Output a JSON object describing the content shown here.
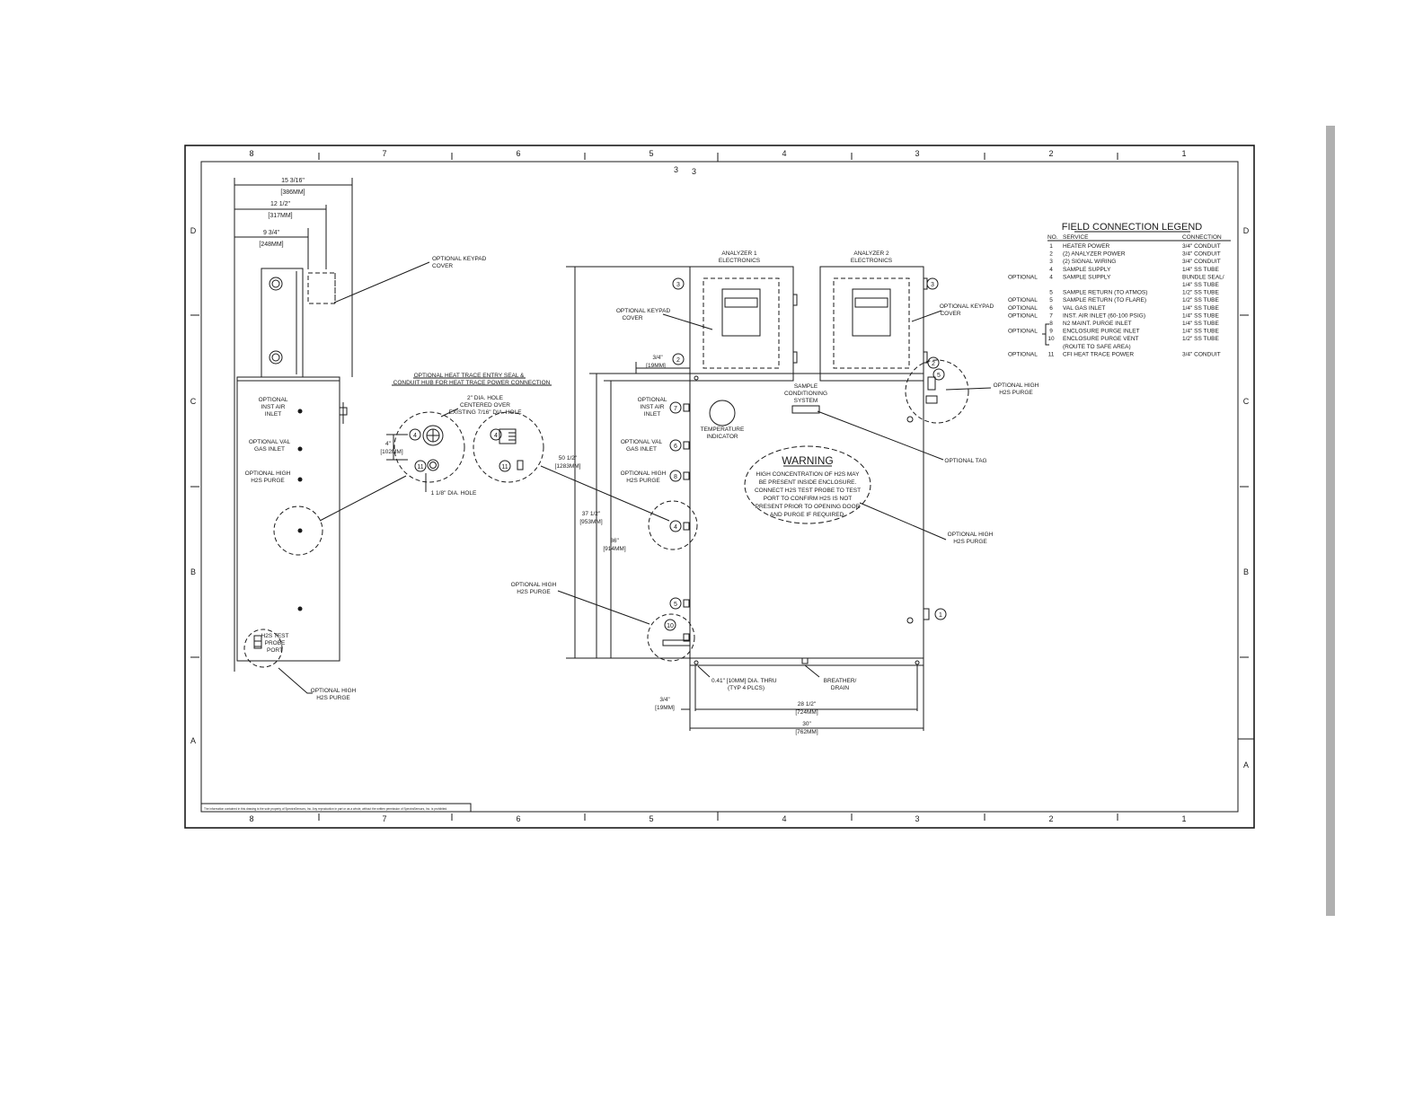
{
  "zones": {
    "columns": [
      "8",
      "7",
      "6",
      "5",
      "4",
      "3",
      "2",
      "1"
    ],
    "rows_right": [
      "D",
      "C",
      "B",
      "A"
    ],
    "rows_left": [
      "D",
      "C",
      "B",
      "A"
    ]
  },
  "top_marks": [
    "3",
    "3"
  ],
  "side_view": {
    "dim_overall": "15 3/16\"",
    "dim_overall_mm": "[386MM]",
    "dim_mid": "12 1/2\"",
    "dim_mid_mm": "[317MM]",
    "dim_inner": "9 3/4\"",
    "dim_inner_mm": "[248MM]",
    "keypad_cover": [
      "OPTIONAL KEYPAD",
      "COVER"
    ],
    "inst_air": [
      "OPTIONAL",
      "INST AIR",
      "INLET"
    ],
    "val_gas": [
      "OPTIONAL VAL",
      "GAS INLET"
    ],
    "high_purge": [
      "OPTIONAL HIGH",
      "H2S PURGE"
    ],
    "probe_port": [
      "H2S TEST",
      "PROBE",
      "PORT"
    ],
    "bottom_purge": [
      "OPTIONAL HIGH",
      "H2S PURGE"
    ]
  },
  "detail": {
    "title_1": "OPTIONAL HEAT TRACE ENTRY SEAL &",
    "title_2": "CONDUIT HUB FOR HEAT TRACE POWER CONNECTION",
    "hole_2": [
      "2\" DIA. HOLE",
      "CENTERED OVER",
      "EXISTING 7/16\" DIA. HOLE"
    ],
    "dim_4": "4\"",
    "dim_4_mm": "[102MM]",
    "hole_1": "1 1/8\" DIA. HOLE",
    "callouts": [
      "4",
      "11",
      "4",
      "11"
    ]
  },
  "front_view": {
    "analyzer1": [
      "ANALYZER 1",
      "ELECTRONICS"
    ],
    "analyzer2": [
      "ANALYZER 2",
      "ELECTRONICS"
    ],
    "keypad_left": [
      "OPTIONAL KEYPAD",
      "COVER"
    ],
    "keypad_right": [
      "OPTIONAL KEYPAD",
      "COVER"
    ],
    "dim_34_top": "3/4\"",
    "dim_34_top_mm": "[19MM]",
    "sample_cond": [
      "SAMPLE",
      "CONDITIONING",
      "SYSTEM"
    ],
    "temp_ind": [
      "TEMPERATURE",
      "INDICATOR"
    ],
    "inst_air": [
      "OPTIONAL",
      "INST AIR",
      "INLET"
    ],
    "val_gas": [
      "OPTIONAL VAL",
      "GAS INLET"
    ],
    "high_purge_l": [
      "OPTIONAL HIGH",
      "H2S PURGE"
    ],
    "high_purge_ll": [
      "OPTIONAL HIGH",
      "H2S PURGE"
    ],
    "high_purge_r_top": [
      "OPTIONAL HIGH",
      "H2S PURGE"
    ],
    "high_purge_r": [
      "OPTIONAL HIGH",
      "H2S PURGE"
    ],
    "optional_tag": "OPTIONAL TAG",
    "dim_50": "50 1/2\"",
    "dim_50_mm": "[1283MM]",
    "dim_37": "37 1/2\"",
    "dim_37_mm": "[953MM]",
    "dim_36": "36\"",
    "dim_36_mm": "[914MM]",
    "warning_title": "WARNING",
    "warning_lines": [
      "HIGH CONCENTRATION OF H2S MAY",
      "BE PRESENT INSIDE ENCLOSURE.",
      "CONNECT H2S TEST PROBE TO TEST",
      "PORT TO CONFIRM H2S IS NOT",
      "PRESENT PRIOR TO OPENING DOOR",
      "AND PURGE IF REQUIRED."
    ],
    "mount_hole": [
      "0.41\" [10MM] DIA. THRU",
      "(TYP 4 PLCS)"
    ],
    "breather": [
      "BREATHER/",
      "DRAIN"
    ],
    "dim_34_bot": "3/4\"",
    "dim_34_bot_mm": "[19MM]",
    "dim_28": "28 1/2\"",
    "dim_28_mm": "[724MM]",
    "dim_30": "30\"",
    "dim_30_mm": "[762MM]",
    "callouts": {
      "c3a": "3",
      "c2a": "2",
      "c3b": "3",
      "c2b": "2",
      "c5b": "5",
      "c7": "7",
      "c6": "6",
      "c8": "8",
      "c4": "4",
      "c5": "5",
      "c10": "10",
      "c1": "1"
    }
  },
  "legend": {
    "title": "FIELD CONNECTION LEGEND",
    "header": {
      "no": "NO.",
      "service": "SERVICE",
      "connection": "CONNECTION"
    },
    "rows": [
      {
        "opt": "",
        "no": "1",
        "service": "HEATER POWER",
        "conn": "3/4\" CONDUIT"
      },
      {
        "opt": "",
        "no": "2",
        "service": "(2) ANALYZER POWER",
        "conn": "3/4\" CONDUIT"
      },
      {
        "opt": "",
        "no": "3",
        "service": "(2) SIGNAL WIRING",
        "conn": "3/4\" CONDUIT"
      },
      {
        "opt": "",
        "no": "4",
        "service": "SAMPLE SUPPLY",
        "conn": "1/4\" SS TUBE"
      },
      {
        "opt": "OPTIONAL",
        "no": "4",
        "service": "SAMPLE SUPPLY",
        "conn": "BUNDLE SEAL/"
      },
      {
        "opt": "",
        "no": "",
        "service": "",
        "conn": "1/4\" SS TUBE"
      },
      {
        "opt": "",
        "no": "5",
        "service": "SAMPLE RETURN (TO ATMOS)",
        "conn": "1/2\" SS TUBE"
      },
      {
        "opt": "OPTIONAL",
        "no": "5",
        "service": "SAMPLE RETURN (TO FLARE)",
        "conn": "1/2\" SS TUBE"
      },
      {
        "opt": "OPTIONAL",
        "no": "6",
        "service": "VAL GAS INLET",
        "conn": "1/4\" SS TUBE"
      },
      {
        "opt": "OPTIONAL",
        "no": "7",
        "service": "INST. AIR INLET (60-100 PSIG)",
        "conn": "1/4\" SS TUBE"
      },
      {
        "opt": "",
        "no": "8",
        "service": "N2 MAINT. PURGE INLET",
        "conn": "1/4\" SS TUBE"
      },
      {
        "opt": "OPTIONAL",
        "no": "9",
        "service": "ENCLOSURE PURGE INLET",
        "conn": "1/4\" SS TUBE"
      },
      {
        "opt": "",
        "no": "10",
        "service": "ENCLOSURE PURGE VENT",
        "conn": "1/2\" SS TUBE"
      },
      {
        "opt": "",
        "no": "",
        "service": "(ROUTE TO SAFE AREA)",
        "conn": ""
      },
      {
        "opt": "OPTIONAL",
        "no": "11",
        "service": "CFI HEAT TRACE POWER",
        "conn": "3/4\" CONDUIT"
      }
    ]
  },
  "footer_note": "The information contained in this drawing is the sole property of SpectraSensors, Inc. Any reproduction in part or as a whole, without the written permission of SpectraSensors, Inc. is prohibited."
}
